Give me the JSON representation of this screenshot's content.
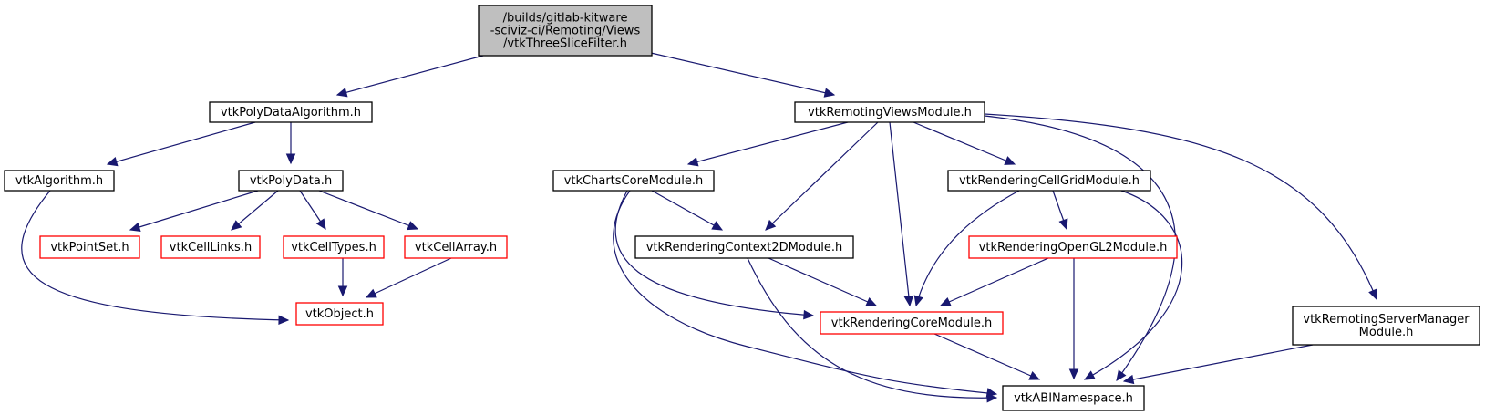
{
  "diagram": {
    "type": "include-dependency-graph",
    "colors": {
      "root_fill": "#bfbfbf",
      "root_border": "#000000",
      "normal_border": "#000000",
      "truncated_border": "#ff0000",
      "node_fill": "#ffffff",
      "edge": "#191970"
    },
    "nodes": [
      {
        "id": "root",
        "lines": [
          "/builds/gitlab-kitware",
          "-sciviz-ci/Remoting/Views",
          "/vtkThreeSliceFilter.h"
        ],
        "style": "root"
      },
      {
        "id": "vtkPolyDataAlgorithm",
        "lines": [
          "vtkPolyDataAlgorithm.h"
        ],
        "style": "normal"
      },
      {
        "id": "vtkRemotingViewsModule",
        "lines": [
          "vtkRemotingViewsModule.h"
        ],
        "style": "normal"
      },
      {
        "id": "vtkAlgorithm",
        "lines": [
          "vtkAlgorithm.h"
        ],
        "style": "normal"
      },
      {
        "id": "vtkPolyData",
        "lines": [
          "vtkPolyData.h"
        ],
        "style": "normal"
      },
      {
        "id": "vtkPointSet",
        "lines": [
          "vtkPointSet.h"
        ],
        "style": "truncated"
      },
      {
        "id": "vtkCellLinks",
        "lines": [
          "vtkCellLinks.h"
        ],
        "style": "truncated"
      },
      {
        "id": "vtkCellTypes",
        "lines": [
          "vtkCellTypes.h"
        ],
        "style": "truncated"
      },
      {
        "id": "vtkCellArray",
        "lines": [
          "vtkCellArray.h"
        ],
        "style": "truncated"
      },
      {
        "id": "vtkObject",
        "lines": [
          "vtkObject.h"
        ],
        "style": "truncated"
      },
      {
        "id": "vtkChartsCoreModule",
        "lines": [
          "vtkChartsCoreModule.h"
        ],
        "style": "normal"
      },
      {
        "id": "vtkRenderingCellGridModule",
        "lines": [
          "vtkRenderingCellGridModule.h"
        ],
        "style": "normal"
      },
      {
        "id": "vtkRenderingContext2DModule",
        "lines": [
          "vtkRenderingContext2DModule.h"
        ],
        "style": "normal"
      },
      {
        "id": "vtkRenderingOpenGL2Module",
        "lines": [
          "vtkRenderingOpenGL2Module.h"
        ],
        "style": "truncated"
      },
      {
        "id": "vtkRenderingCoreModule",
        "lines": [
          "vtkRenderingCoreModule.h"
        ],
        "style": "truncated"
      },
      {
        "id": "vtkRemotingServerManagerModule",
        "lines": [
          "vtkRemotingServerManager",
          "Module.h"
        ],
        "style": "normal"
      },
      {
        "id": "vtkABINamespace",
        "lines": [
          "vtkABINamespace.h"
        ],
        "style": "normal"
      }
    ],
    "edges": [
      {
        "from": "root",
        "to": "vtkPolyDataAlgorithm"
      },
      {
        "from": "root",
        "to": "vtkRemotingViewsModule"
      },
      {
        "from": "vtkPolyDataAlgorithm",
        "to": "vtkAlgorithm"
      },
      {
        "from": "vtkPolyDataAlgorithm",
        "to": "vtkPolyData"
      },
      {
        "from": "vtkAlgorithm",
        "to": "vtkObject"
      },
      {
        "from": "vtkPolyData",
        "to": "vtkPointSet"
      },
      {
        "from": "vtkPolyData",
        "to": "vtkCellLinks"
      },
      {
        "from": "vtkPolyData",
        "to": "vtkCellTypes"
      },
      {
        "from": "vtkPolyData",
        "to": "vtkCellArray"
      },
      {
        "from": "vtkCellTypes",
        "to": "vtkObject"
      },
      {
        "from": "vtkCellArray",
        "to": "vtkObject"
      },
      {
        "from": "vtkRemotingViewsModule",
        "to": "vtkChartsCoreModule"
      },
      {
        "from": "vtkRemotingViewsModule",
        "to": "vtkRenderingContext2DModule"
      },
      {
        "from": "vtkRemotingViewsModule",
        "to": "vtkRenderingCoreModule"
      },
      {
        "from": "vtkRemotingViewsModule",
        "to": "vtkRenderingCellGridModule"
      },
      {
        "from": "vtkRemotingViewsModule",
        "to": "vtkABINamespace"
      },
      {
        "from": "vtkRemotingViewsModule",
        "to": "vtkRemotingServerManagerModule"
      },
      {
        "from": "vtkChartsCoreModule",
        "to": "vtkRenderingContext2DModule"
      },
      {
        "from": "vtkChartsCoreModule",
        "to": "vtkRenderingCoreModule"
      },
      {
        "from": "vtkChartsCoreModule",
        "to": "vtkABINamespace"
      },
      {
        "from": "vtkRenderingContext2DModule",
        "to": "vtkRenderingCoreModule"
      },
      {
        "from": "vtkRenderingContext2DModule",
        "to": "vtkABINamespace"
      },
      {
        "from": "vtkRenderingCellGridModule",
        "to": "vtkRenderingCoreModule"
      },
      {
        "from": "vtkRenderingCellGridModule",
        "to": "vtkRenderingOpenGL2Module"
      },
      {
        "from": "vtkRenderingCellGridModule",
        "to": "vtkABINamespace"
      },
      {
        "from": "vtkRenderingOpenGL2Module",
        "to": "vtkRenderingCoreModule"
      },
      {
        "from": "vtkRenderingOpenGL2Module",
        "to": "vtkABINamespace"
      },
      {
        "from": "vtkRenderingCoreModule",
        "to": "vtkABINamespace"
      },
      {
        "from": "vtkRemotingServerManagerModule",
        "to": "vtkABINamespace"
      }
    ]
  }
}
